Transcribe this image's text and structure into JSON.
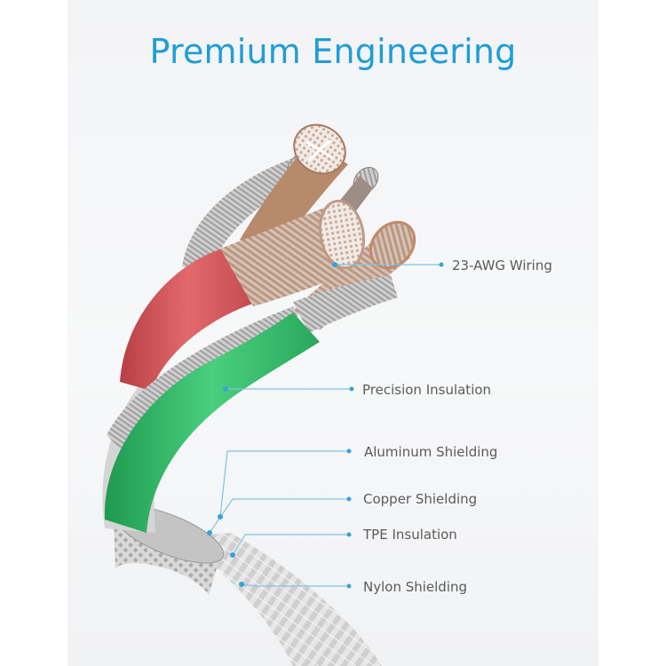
{
  "title": "Premium Engineering",
  "callouts": [
    {
      "label": "23-AWG Wiring"
    },
    {
      "label": "Precision Insulation"
    },
    {
      "label": "Aluminum Shielding"
    },
    {
      "label": "Copper Shielding"
    },
    {
      "label": "TPE Insulation"
    },
    {
      "label": "Nylon Shielding"
    }
  ],
  "colors": {
    "title": "#1f9ed6",
    "callout_line": "#7fc4e3",
    "red_wire": "#d9575c",
    "green_wire": "#38b86a",
    "copper": "#c99272",
    "silver": "#bdbdbd"
  }
}
